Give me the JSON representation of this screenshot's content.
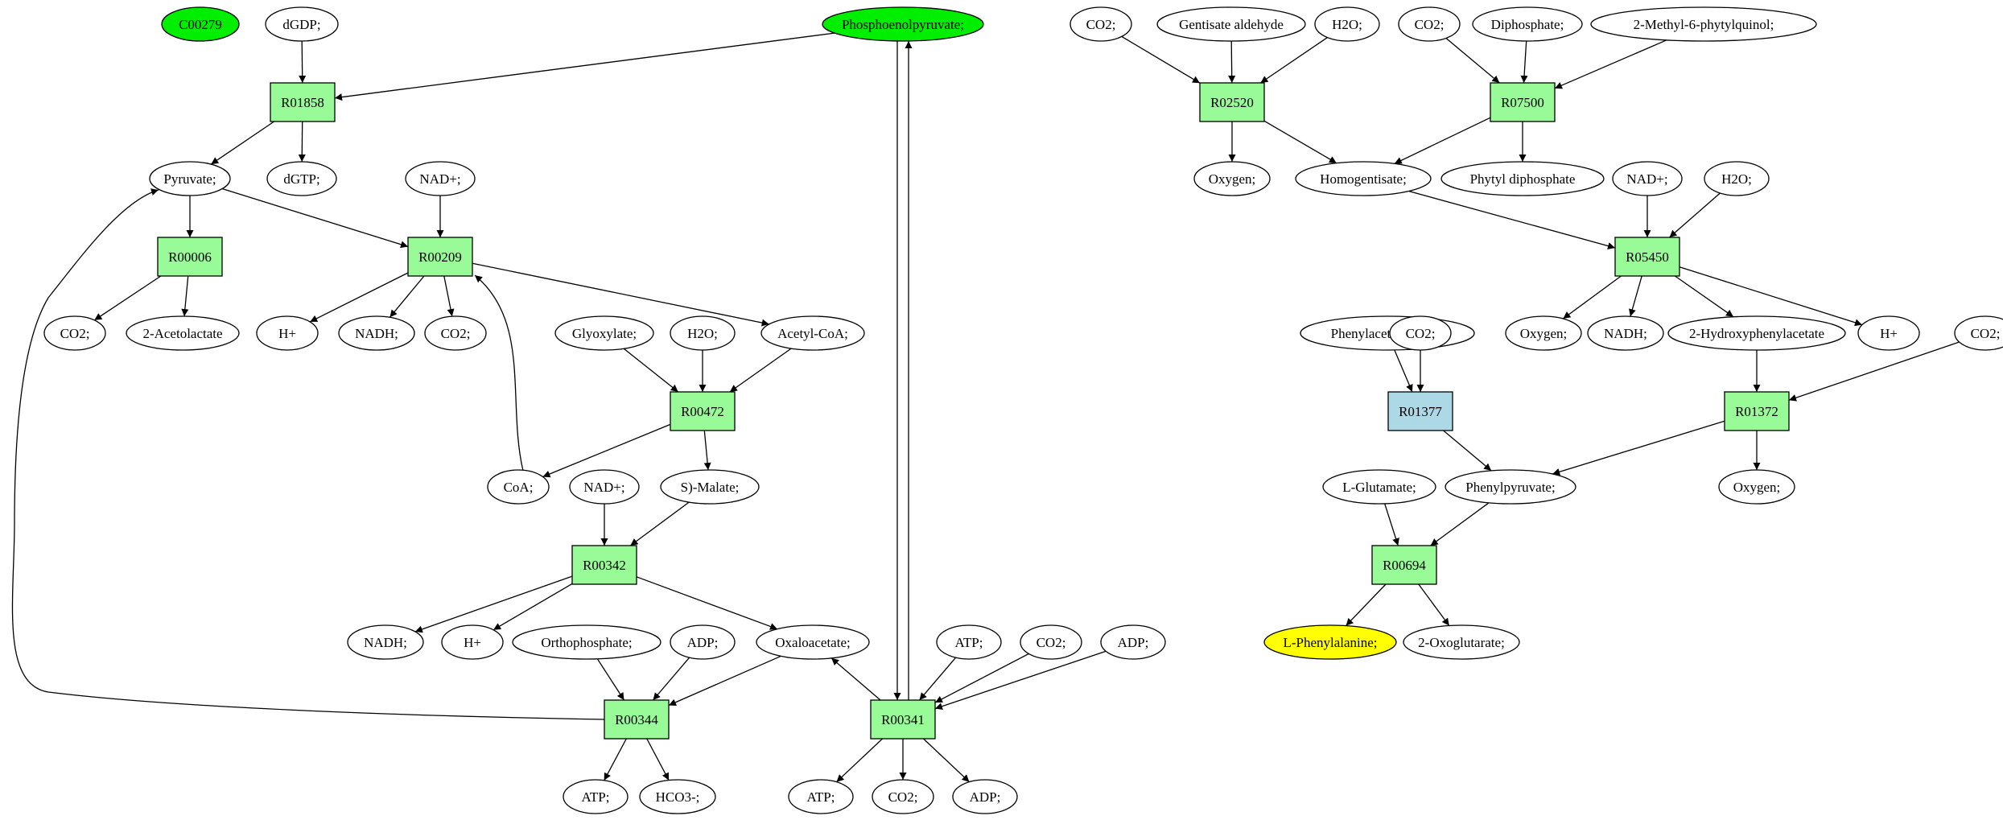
{
  "colors": {
    "reaction": "#98fb98",
    "reaction_alt": "#add8e6",
    "source": "#00ee00",
    "target": "#ffff00",
    "compound": "#ffffff",
    "stroke": "#000000"
  },
  "nodes": [
    {
      "id": "c00279",
      "label": "C00279",
      "kind": "compound",
      "fill": "source"
    },
    {
      "id": "dgdp",
      "label": "dGDP;",
      "kind": "compound"
    },
    {
      "id": "pep",
      "label": "Phosphoenolpyruvate;",
      "kind": "compound",
      "fill": "source"
    },
    {
      "id": "r01858",
      "label": "R01858",
      "kind": "reaction"
    },
    {
      "id": "pyruvate",
      "label": "Pyruvate;",
      "kind": "compound"
    },
    {
      "id": "dgtp",
      "label": "dGTP;",
      "kind": "compound"
    },
    {
      "id": "nad1",
      "label": "NAD+;",
      "kind": "compound"
    },
    {
      "id": "r00006",
      "label": "R00006",
      "kind": "reaction"
    },
    {
      "id": "r00209",
      "label": "R00209",
      "kind": "reaction"
    },
    {
      "id": "co2_a",
      "label": "CO2;",
      "kind": "compound"
    },
    {
      "id": "acetolactate",
      "label": "2-Acetolactate",
      "kind": "compound"
    },
    {
      "id": "hplus_a",
      "label": "H+",
      "kind": "compound"
    },
    {
      "id": "nadh_a",
      "label": "NADH;",
      "kind": "compound"
    },
    {
      "id": "co2_b",
      "label": "CO2;",
      "kind": "compound"
    },
    {
      "id": "glyoxylate",
      "label": "Glyoxylate;",
      "kind": "compound"
    },
    {
      "id": "h2o_a",
      "label": "H2O;",
      "kind": "compound"
    },
    {
      "id": "acetylcoa",
      "label": "Acetyl-CoA;",
      "kind": "compound"
    },
    {
      "id": "r00472",
      "label": "R00472",
      "kind": "reaction"
    },
    {
      "id": "coa",
      "label": "CoA;",
      "kind": "compound"
    },
    {
      "id": "nad2",
      "label": "NAD+;",
      "kind": "compound"
    },
    {
      "id": "smalate",
      "label": "S)-Malate;",
      "kind": "compound"
    },
    {
      "id": "r00342",
      "label": "R00342",
      "kind": "reaction"
    },
    {
      "id": "nadh_b",
      "label": "NADH;",
      "kind": "compound"
    },
    {
      "id": "hplus_b",
      "label": "H+",
      "kind": "compound"
    },
    {
      "id": "orthophosphate",
      "label": "Orthophosphate;",
      "kind": "compound"
    },
    {
      "id": "adp_a",
      "label": "ADP;",
      "kind": "compound"
    },
    {
      "id": "oxaloacetate",
      "label": "Oxaloacetate;",
      "kind": "compound"
    },
    {
      "id": "atp_a",
      "label": "ATP;",
      "kind": "compound"
    },
    {
      "id": "co2_c",
      "label": "CO2;",
      "kind": "compound"
    },
    {
      "id": "adp_b",
      "label": "ADP;",
      "kind": "compound"
    },
    {
      "id": "r00344",
      "label": "R00344",
      "kind": "reaction"
    },
    {
      "id": "r00341",
      "label": "R00341",
      "kind": "reaction"
    },
    {
      "id": "atp_b",
      "label": "ATP;",
      "kind": "compound"
    },
    {
      "id": "hco3",
      "label": "HCO3-;",
      "kind": "compound"
    },
    {
      "id": "atp_c",
      "label": "ATP;",
      "kind": "compound"
    },
    {
      "id": "co2_d",
      "label": "CO2;",
      "kind": "compound"
    },
    {
      "id": "adp_c",
      "label": "ADP;",
      "kind": "compound"
    },
    {
      "id": "co2_e",
      "label": "CO2;",
      "kind": "compound"
    },
    {
      "id": "gentisate",
      "label": "Gentisate aldehyde",
      "kind": "compound"
    },
    {
      "id": "h2o_b",
      "label": "H2O;",
      "kind": "compound"
    },
    {
      "id": "co2_f",
      "label": "CO2;",
      "kind": "compound"
    },
    {
      "id": "diphosphate",
      "label": "Diphosphate;",
      "kind": "compound"
    },
    {
      "id": "methylphytyl",
      "label": "2-Methyl-6-phytylquinol;",
      "kind": "compound"
    },
    {
      "id": "r02520",
      "label": "R02520",
      "kind": "reaction"
    },
    {
      "id": "r07500",
      "label": "R07500",
      "kind": "reaction"
    },
    {
      "id": "oxygen_a",
      "label": "Oxygen;",
      "kind": "compound"
    },
    {
      "id": "homogentisate",
      "label": "Homogentisate;",
      "kind": "compound"
    },
    {
      "id": "phytyldp",
      "label": "Phytyl diphosphate",
      "kind": "compound"
    },
    {
      "id": "nad3",
      "label": "NAD+;",
      "kind": "compound"
    },
    {
      "id": "h2o_c",
      "label": "H2O;",
      "kind": "compound"
    },
    {
      "id": "r05450",
      "label": "R05450",
      "kind": "reaction"
    },
    {
      "id": "phenylacetaldehyde",
      "label": "Phenylacetaldehyde;",
      "kind": "compound"
    },
    {
      "id": "co2_g",
      "label": "CO2;",
      "kind": "compound"
    },
    {
      "id": "oxygen_b",
      "label": "Oxygen;",
      "kind": "compound"
    },
    {
      "id": "nadh_c",
      "label": "NADH;",
      "kind": "compound"
    },
    {
      "id": "hydroxyphenylacetate",
      "label": "2-Hydroxyphenylacetate",
      "kind": "compound"
    },
    {
      "id": "hplus_c",
      "label": "H+",
      "kind": "compound"
    },
    {
      "id": "co2_h",
      "label": "CO2;",
      "kind": "compound"
    },
    {
      "id": "r01377",
      "label": "R01377",
      "kind": "reaction",
      "fill": "reaction_alt"
    },
    {
      "id": "r01372",
      "label": "R01372",
      "kind": "reaction"
    },
    {
      "id": "lglutamate",
      "label": "L-Glutamate;",
      "kind": "compound"
    },
    {
      "id": "phenylpyruvate",
      "label": "Phenylpyruvate;",
      "kind": "compound"
    },
    {
      "id": "oxygen_c",
      "label": "Oxygen;",
      "kind": "compound"
    },
    {
      "id": "r00694",
      "label": "R00694",
      "kind": "reaction"
    },
    {
      "id": "lphenylalanine",
      "label": "L-Phenylalanine;",
      "kind": "compound",
      "fill": "target"
    },
    {
      "id": "oxoglutarate",
      "label": "2-Oxoglutarate;",
      "kind": "compound"
    }
  ],
  "edges": [
    [
      "dgdp",
      "r01858"
    ],
    [
      "pep",
      "r01858"
    ],
    [
      "r01858",
      "pyruvate"
    ],
    [
      "r01858",
      "dgtp"
    ],
    [
      "pyruvate",
      "r00006"
    ],
    [
      "pyruvate",
      "r00209"
    ],
    [
      "nad1",
      "r00209"
    ],
    [
      "r00006",
      "co2_a"
    ],
    [
      "r00006",
      "acetolactate"
    ],
    [
      "r00209",
      "hplus_a"
    ],
    [
      "r00209",
      "nadh_a"
    ],
    [
      "r00209",
      "co2_b"
    ],
    [
      "r00209",
      "acetylcoa"
    ],
    [
      "coa",
      "r00209"
    ],
    [
      "glyoxylate",
      "r00472"
    ],
    [
      "h2o_a",
      "r00472"
    ],
    [
      "acetylcoa",
      "r00472"
    ],
    [
      "r00472",
      "coa"
    ],
    [
      "r00472",
      "smalate"
    ],
    [
      "nad2",
      "r00342"
    ],
    [
      "smalate",
      "r00342"
    ],
    [
      "r00342",
      "nadh_b"
    ],
    [
      "r00342",
      "hplus_b"
    ],
    [
      "r00342",
      "oxaloacetate"
    ],
    [
      "orthophosphate",
      "r00344"
    ],
    [
      "adp_a",
      "r00344"
    ],
    [
      "oxaloacetate",
      "r00344"
    ],
    [
      "r00344",
      "atp_b"
    ],
    [
      "r00344",
      "hco3"
    ],
    [
      "r00344",
      "pyruvate"
    ],
    [
      "atp_a",
      "r00341"
    ],
    [
      "co2_c",
      "r00341"
    ],
    [
      "adp_b",
      "r00341"
    ],
    [
      "r00341",
      "oxaloacetate"
    ],
    [
      "pep",
      "r00341"
    ],
    [
      "r00341",
      "pep"
    ],
    [
      "r00341",
      "atp_c"
    ],
    [
      "r00341",
      "co2_d"
    ],
    [
      "r00341",
      "adp_c"
    ],
    [
      "co2_e",
      "r02520"
    ],
    [
      "gentisate",
      "r02520"
    ],
    [
      "h2o_b",
      "r02520"
    ],
    [
      "r02520",
      "oxygen_a"
    ],
    [
      "r02520",
      "homogentisate"
    ],
    [
      "co2_f",
      "r07500"
    ],
    [
      "diphosphate",
      "r07500"
    ],
    [
      "methylphytyl",
      "r07500"
    ],
    [
      "r07500",
      "homogentisate"
    ],
    [
      "r07500",
      "phytyldp"
    ],
    [
      "homogentisate",
      "r05450"
    ],
    [
      "nad3",
      "r05450"
    ],
    [
      "h2o_c",
      "r05450"
    ],
    [
      "r05450",
      "oxygen_b"
    ],
    [
      "r05450",
      "nadh_c"
    ],
    [
      "r05450",
      "hydroxyphenylacetate"
    ],
    [
      "r05450",
      "hplus_c"
    ],
    [
      "phenylacetaldehyde",
      "r01377"
    ],
    [
      "co2_g",
      "r01377"
    ],
    [
      "r01377",
      "phenylpyruvate"
    ],
    [
      "hydroxyphenylacetate",
      "r01372"
    ],
    [
      "co2_h",
      "r01372"
    ],
    [
      "r01372",
      "phenylpyruvate"
    ],
    [
      "r01372",
      "oxygen_c"
    ],
    [
      "lglutamate",
      "r00694"
    ],
    [
      "phenylpyruvate",
      "r00694"
    ],
    [
      "r00694",
      "lphenylalanine"
    ],
    [
      "r00694",
      "oxoglutarate"
    ]
  ]
}
